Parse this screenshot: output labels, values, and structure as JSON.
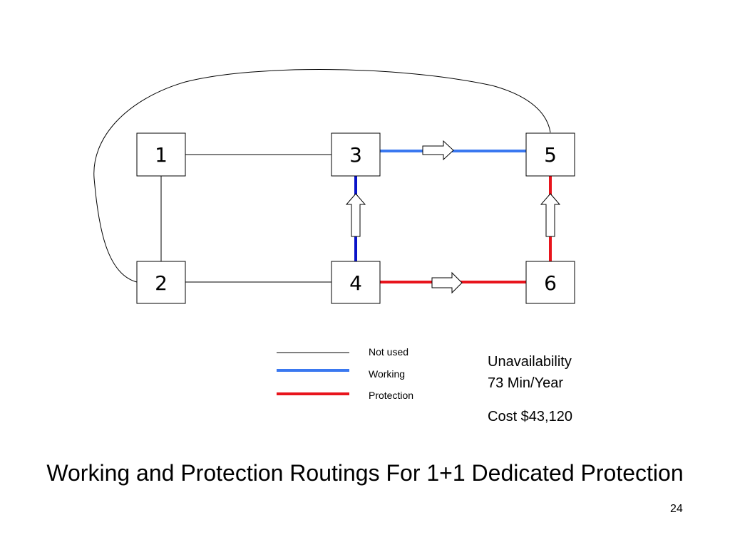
{
  "nodes": [
    {
      "id": "1",
      "label": "1"
    },
    {
      "id": "2",
      "label": "2"
    },
    {
      "id": "3",
      "label": "3"
    },
    {
      "id": "4",
      "label": "4"
    },
    {
      "id": "5",
      "label": "5"
    },
    {
      "id": "6",
      "label": "6"
    }
  ],
  "links": [
    {
      "from": "1",
      "to": "3",
      "status": "not_used"
    },
    {
      "from": "1",
      "to": "2",
      "status": "not_used"
    },
    {
      "from": "2",
      "to": "4",
      "status": "not_used"
    },
    {
      "from": "2",
      "to": "5",
      "status": "not_used"
    },
    {
      "from": "3",
      "to": "5",
      "status": "working"
    },
    {
      "from": "4",
      "to": "3",
      "status": "working"
    },
    {
      "from": "4",
      "to": "6",
      "status": "protection"
    },
    {
      "from": "6",
      "to": "5",
      "status": "protection"
    }
  ],
  "colors": {
    "not_used": "#000000",
    "working_light": "#3a78f0",
    "working_dark": "#0a14c8",
    "protection": "#e8141c"
  },
  "legend": {
    "not_used": "Not used",
    "working": "Working",
    "protection": "Protection"
  },
  "info": {
    "unavailability_label": "Unavailability",
    "unavailability_value": "73 Min/Year",
    "cost": "Cost $43,120"
  },
  "title": "Working and Protection Routings For 1+1 Dedicated Protection",
  "page_number": "24"
}
